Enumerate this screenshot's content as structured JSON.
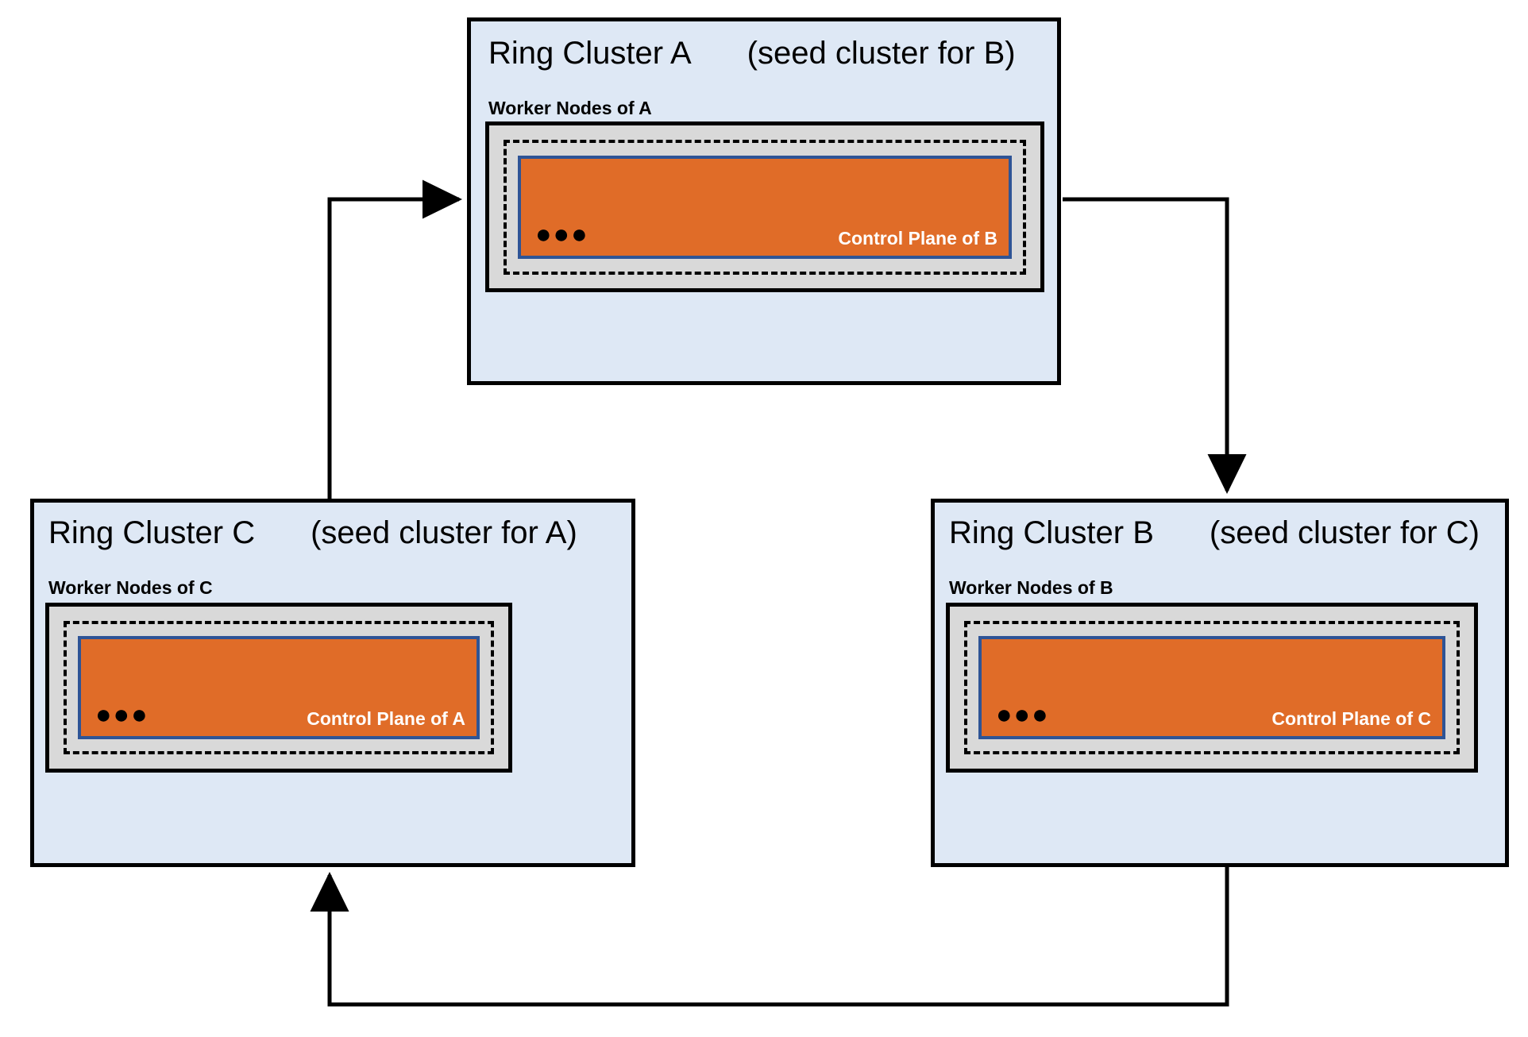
{
  "diagram": {
    "type": "ring-cluster-topology",
    "title_visible": false,
    "colors": {
      "cluster_background": "#dee8f5",
      "cluster_border": "#000000",
      "worker_box_background": "#d9d9d9",
      "worker_box_border": "#000000",
      "dashed_border": "#000000",
      "control_plane_fill": "#e06c28",
      "control_plane_border": "#2e5496",
      "control_plane_text": "#ffffff",
      "arrow": "#000000",
      "page_background": "#ffffff"
    },
    "ellipsis_glyph": "●●●"
  },
  "clusters": [
    {
      "id": "A",
      "title": "Ring Cluster A",
      "seed_note": "(seed cluster for B)",
      "worker_label": "Worker Nodes of A",
      "control_plane_label": "Control Plane of B",
      "dots": "●●●"
    },
    {
      "id": "C",
      "title": "Ring Cluster C",
      "seed_note": "(seed cluster for A)",
      "worker_label": "Worker Nodes of C",
      "control_plane_label": "Control Plane of A",
      "dots": "●●●"
    },
    {
      "id": "B",
      "title": "Ring Cluster B",
      "seed_note": "(seed cluster for C)",
      "worker_label": "Worker Nodes of B",
      "control_plane_label": "Control Plane of C",
      "dots": "●●●"
    }
  ],
  "connections": [
    {
      "id": "c-to-a",
      "from": "C",
      "to": "A",
      "direction": "C → A"
    },
    {
      "id": "a-to-b",
      "from": "A",
      "to": "B",
      "direction": "A → B"
    },
    {
      "id": "b-to-c",
      "from": "B",
      "to": "C",
      "direction": "B → C"
    }
  ]
}
